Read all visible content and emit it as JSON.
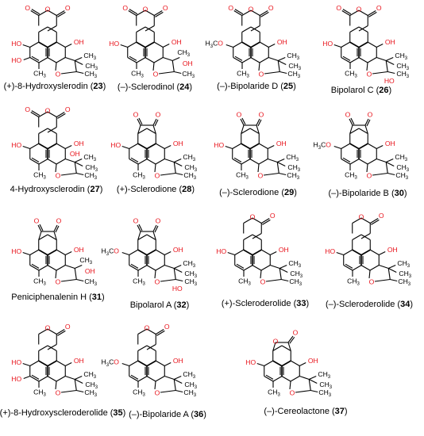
{
  "compounds": [
    {
      "name": "(+)-8-Hydroxyslerodin",
      "num": "23",
      "kind": "anhydride",
      "ome": false,
      "hydroxy8": true,
      "oh": true,
      "tail": "trimethyl",
      "flag": "",
      "inner": "",
      "mark": "",
      "top": "",
      "low": "",
      "group": "",
      "key": "a"
    },
    {
      "name": "(–)-Sclerodinol",
      "num": "24",
      "kind": "anhydride",
      "ome": false,
      "hydroxy8": false,
      "oh": true,
      "tail": "hydroxymethyl",
      "flag": "",
      "inner": "",
      "mark": "",
      "top": "",
      "low": "",
      "group": "",
      "key": "b"
    },
    {
      "name": "(–)-Bipolaride D",
      "num": "25",
      "kind": "anhydride",
      "ome": true,
      "hydroxy8": false,
      "oh": true,
      "tail": "trimethyl",
      "flag": "",
      "inner": "",
      "mark": "",
      "top": "",
      "low": "",
      "group": "",
      "key": "c"
    },
    {
      "name": "Bipolarol C",
      "num": "26",
      "kind": "anhydride",
      "ome": false,
      "hydroxy8": false,
      "oh": true,
      "tail": "hydroxy",
      "flag": "",
      "inner": "",
      "mark": "",
      "top": "",
      "low": "",
      "group": "",
      "key": "d"
    },
    {
      "name": "4-Hydroxysclerodin",
      "num": "27",
      "kind": "anhydride",
      "ome": false,
      "hydroxy8": false,
      "oh": true,
      "tail": "trimethyl",
      "flag": "ring-oh",
      "inner": "",
      "mark": "",
      "top": "",
      "low": "",
      "group": "",
      "key": "e"
    },
    {
      "name": "(+)-Sclerodione",
      "num": "28",
      "kind": "dione",
      "ome": false,
      "hydroxy8": false,
      "oh": true,
      "tail": "trimethyl",
      "flag": "",
      "inner": "",
      "mark": "",
      "top": "",
      "low": "",
      "group": "",
      "key": "f"
    },
    {
      "name": "(–)-Sclerodione",
      "num": "29",
      "kind": "dione",
      "ome": false,
      "hydroxy8": false,
      "oh": true,
      "tail": "trimethyl",
      "flag": "",
      "inner": "",
      "mark": "",
      "top": "",
      "low": "",
      "group": "",
      "key": "g"
    },
    {
      "name": "(–)-Bipolaride B",
      "num": "30",
      "kind": "dione",
      "ome": true,
      "hydroxy8": false,
      "oh": true,
      "tail": "trimethyl",
      "flag": "",
      "inner": "",
      "mark": "",
      "top": "",
      "low": "",
      "group": "",
      "key": "h"
    },
    {
      "name": "Peniciphenalenin H",
      "num": "31",
      "kind": "dione",
      "ome": false,
      "hydroxy8": false,
      "oh": true,
      "tail": "hydroxymethyl",
      "flag": "",
      "inner": "",
      "mark": "",
      "top": "",
      "low": "",
      "group": "",
      "key": "i"
    },
    {
      "name": "Bipolarol A",
      "num": "32",
      "kind": "dione",
      "ome": true,
      "hydroxy8": false,
      "oh": true,
      "tail": "hydroxy",
      "flag": "",
      "inner": "",
      "mark": "",
      "top": "",
      "low": "",
      "group": "",
      "key": "j"
    },
    {
      "name": "(+)-Scleroderolide",
      "num": "33",
      "kind": "lactone",
      "ome": false,
      "hydroxy8": false,
      "oh": true,
      "tail": "trimethyl",
      "flag": "",
      "inner": "",
      "mark": "",
      "top": "",
      "low": "",
      "group": "",
      "key": "k"
    },
    {
      "name": "(–)-Scleroderolide",
      "num": "34",
      "kind": "lactone",
      "ome": false,
      "hydroxy8": false,
      "oh": true,
      "tail": "trimethyl",
      "flag": "",
      "inner": "",
      "mark": "",
      "top": "",
      "low": "",
      "group": "",
      "key": "l"
    },
    {
      "name": "(+)-8-Hydroxyscleroderolide",
      "num": "35",
      "kind": "lactone",
      "ome": false,
      "hydroxy8": true,
      "oh": true,
      "tail": "trimethyl",
      "flag": "",
      "inner": "",
      "mark": "",
      "top": "",
      "low": "",
      "group": "",
      "key": "m"
    },
    {
      "name": "(–)-Bipolaride A",
      "num": "36",
      "kind": "lactone",
      "ome": true,
      "hydroxy8": false,
      "oh": true,
      "tail": "trimethyl",
      "flag": "",
      "inner": "",
      "mark": "",
      "top": "",
      "low": "",
      "group": "",
      "key": "n"
    },
    {
      "name": "(–)-Cereolactone",
      "num": "37",
      "kind": "cereo",
      "ome": false,
      "hydroxy8": false,
      "oh": true,
      "tail": "trimethyl",
      "flag": "",
      "inner": "",
      "mark": "",
      "top": "",
      "low": "",
      "group": "",
      "key": "o"
    }
  ],
  "atoms": {
    "O": "O",
    "OH": "OH",
    "HO": "HO",
    "CH3": "CH",
    "H3CO": "H",
    "sub3": "3",
    "H3C": "H"
  },
  "colors": {
    "oxygen": "#e8141c",
    "carbon": "#000000",
    "bond": "#000000"
  }
}
